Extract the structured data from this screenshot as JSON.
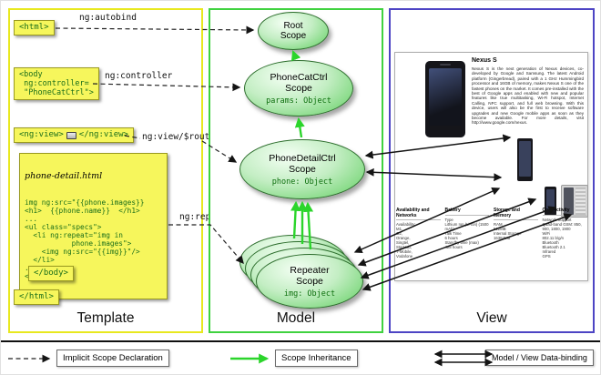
{
  "colors": {
    "template-border": "#e8e81e",
    "model-border": "#3fd23f",
    "view-border": "#4d44c4",
    "box-fill": "#f6f65c",
    "box-border": "#9a9a20",
    "code-green": "#1a6e1a",
    "scope-border": "#2e6e2e",
    "inherit-green": "#2bd52b",
    "arrow-black": "#141414"
  },
  "panels": {
    "template": {
      "label": "Template"
    },
    "model": {
      "label": "Model"
    },
    "view": {
      "label": "View"
    }
  },
  "template": {
    "html_open": "<html>",
    "body_open_lines": [
      "<body",
      " ng:controller=",
      " \"PhoneCatCtrl\">"
    ],
    "ngview_open": "<ng:view>",
    "ngview_close": "</ng:view>",
    "labels": {
      "autobind": "ng:autobind",
      "controller": "ng:controller",
      "view_route": "ng:view/$route",
      "repeat": "ng:repeat"
    },
    "phone_detail": {
      "title": "phone-detail.html",
      "code_lines": [
        "img ng:src=\"{{phone.images}}",
        "<h1>  {{phone.name}}  </h1>",
        "...",
        "<ul class=\"specs\">",
        "  <li ng:repeat=\"img in",
        "           phone.images\">",
        "    <img ng:src=\"{{img}}\"/>",
        "  </li>",
        "...",
        "</ul>"
      ]
    },
    "body_close": "</body>",
    "html_close": "</html>"
  },
  "model": {
    "scopes": {
      "root": {
        "line1": "Root",
        "line2": "Scope"
      },
      "phonecat": {
        "line1": "PhoneCatCtrl",
        "line2": "Scope",
        "code": "params: Object"
      },
      "phonedetail": {
        "line1": "PhoneDetailCtrl",
        "line2": "Scope",
        "code": "phone: Object"
      },
      "repeater": {
        "line1": "Repeater",
        "line2": "Scope",
        "code": "img: Object"
      }
    }
  },
  "view": {
    "product": {
      "title": "Nexus S",
      "description": "Nexus S is the next generation of Nexus devices, co-developed by Google and Samsung. The latest Android platform (Gingerbread), paired with a 1 GHz Hummingbird processor and 16GB of memory, makes Nexus S one of the fastest phones on the market. It comes pre-installed with the best of Google apps and enabled with new and popular features like true multitasking, Wi-Fi hotspot, Internet Calling, NFC support, and full web browsing. With this device, users will also be the first to receive software upgrades and new Google mobile apps as soon as they become available. For more details, visit http://www.google.com/nexus."
    },
    "spec_table": {
      "columns": [
        {
          "header": "Availability and Networks",
          "items": [
            "Availability:",
            "M1,",
            "O2,",
            "Orange,",
            "Singtel,",
            "StarHub,",
            "T-Mobile,",
            "Vodafone"
          ]
        },
        {
          "header": "Battery",
          "items": [
            "Type",
            "Lithium Ion (Li-Ion) (1500 mAh)",
            "Talk Time",
            "6 hours",
            "Standby time (max)",
            "428 hours"
          ]
        },
        {
          "header": "Storage and Memory",
          "items": [
            "RAM",
            "512MB",
            "Internal Storage",
            "16384MB"
          ]
        },
        {
          "header": "Connectivity",
          "items": [
            "Network Support",
            "Quad-band GSM: 850, 900, 1800, 1900",
            "WiFi",
            "802.11 b/g/n",
            "Bluetooth",
            "Bluetooth 2.1",
            "Infrared",
            "GPS"
          ]
        }
      ]
    }
  },
  "legend": {
    "implicit": "Implicit Scope Declaration",
    "inheritance": "Scope Inheritance",
    "databinding": "Model / View Data-binding"
  }
}
